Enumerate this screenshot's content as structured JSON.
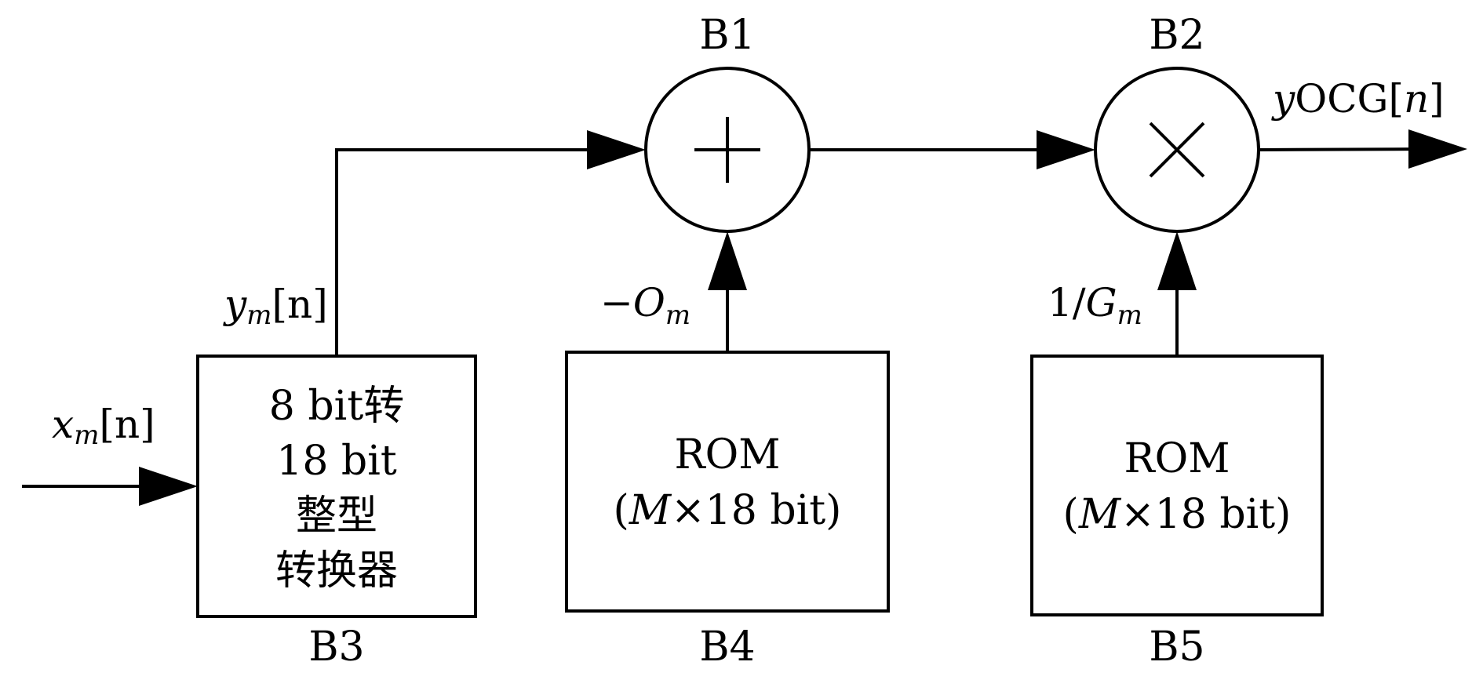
{
  "blocks": {
    "b1": {
      "id": "B1",
      "symbol": "+"
    },
    "b2": {
      "id": "B2",
      "symbol": "×"
    },
    "b3": {
      "id": "B3",
      "lines": [
        "8 bit转",
        "18 bit",
        "整型",
        "转换器"
      ]
    },
    "b4": {
      "id": "B4",
      "line1": "ROM",
      "line2_open": "(",
      "line2_var": "M",
      "line2_rest": "×18 bit)"
    },
    "b5": {
      "id": "B5",
      "line1": "ROM",
      "line2_open": "(",
      "line2_var": "M",
      "line2_rest": "×18 bit)"
    }
  },
  "signals": {
    "input": {
      "base": "x",
      "sub": "m",
      "rest": "[n]"
    },
    "converted": {
      "base": "y",
      "sub": "m",
      "rest": "[n]"
    },
    "offset": {
      "sign": "−",
      "base": "O",
      "sub": "m"
    },
    "gain": {
      "pre": "1/",
      "base": "G",
      "sub": "m"
    },
    "output": {
      "var": "y",
      "text": "OCG[",
      "idx": "n",
      "close": "]"
    }
  }
}
